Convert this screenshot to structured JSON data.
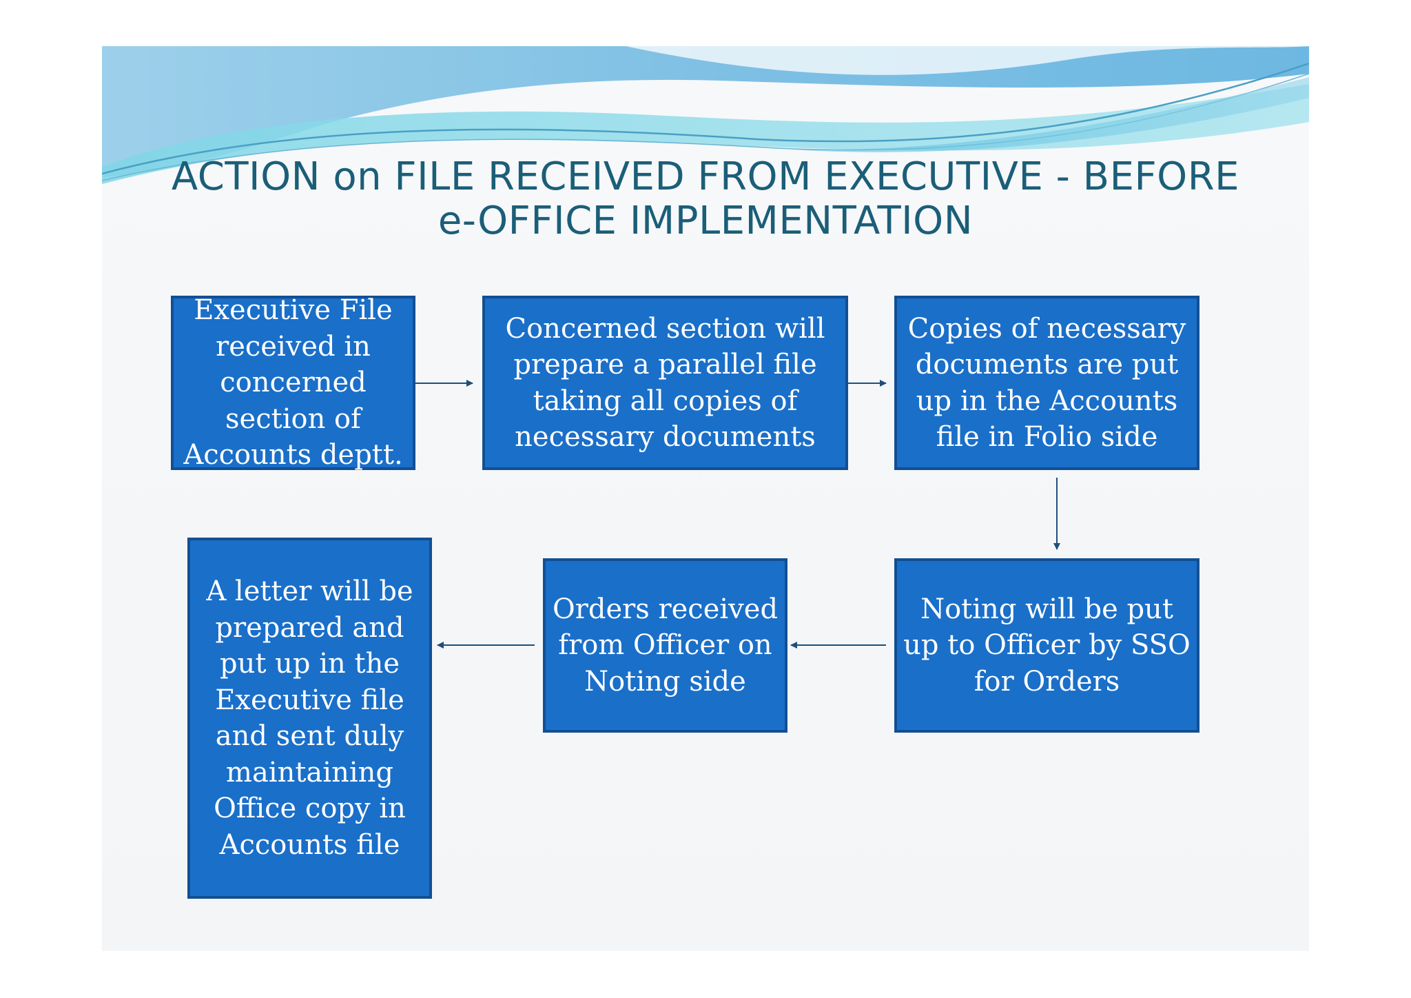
{
  "title": {
    "line1": "ACTION on FILE RECEIVED FROM EXECUTIVE - BEFORE",
    "line2": "e-OFFICE IMPLEMENTATION"
  },
  "boxes": [
    {
      "id": "box-1",
      "text": "Executive File received in concerned section of Accounts deptt."
    },
    {
      "id": "box-2",
      "text": "Concerned section will prepare a parallel file taking all copies of necessary documents"
    },
    {
      "id": "box-3",
      "text": "Copies of necessary documents are put up in the Accounts file in Folio side"
    },
    {
      "id": "box-4",
      "text": "Noting will be put up to Officer by SSO for Orders"
    },
    {
      "id": "box-5",
      "text": "Orders received from Officer on Noting side"
    },
    {
      "id": "box-6",
      "text": "A letter will be prepared and put up in the Executive file and sent duly maintaining Office copy in Accounts file"
    }
  ],
  "colors": {
    "box_fill": "#1a6fc9",
    "box_border": "#124f93",
    "title": "#1b5e78",
    "arrow": "#1f4e79"
  }
}
